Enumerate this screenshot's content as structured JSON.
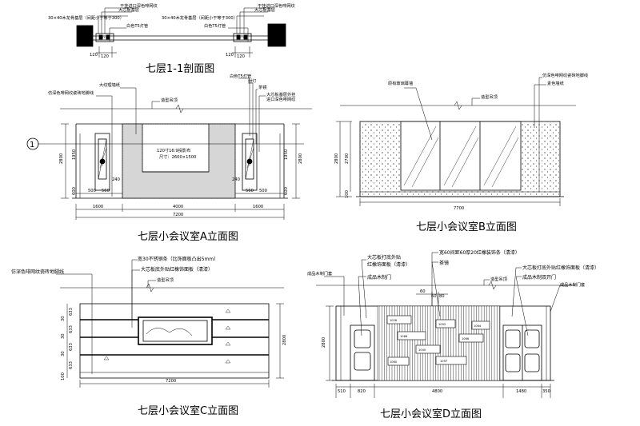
{
  "section": {
    "title": "七层1-1剖面图",
    "labels": {
      "left_1": "干挂进口深色啡网纹",
      "left_2": "大芯板基层",
      "left_3": "30×40木龙骨基层（间距小于等于300）",
      "left_4": "白色T5灯管",
      "right_1": "干挂进口深色啡网纹",
      "right_2": "大芯板基层",
      "right_3": "30×40木龙骨基层（间距小于等于300）",
      "right_4": "白色T5灯管"
    },
    "dims": [
      "120",
      "120",
      "120",
      "120"
    ]
  },
  "elevA": {
    "title": "七层小会议室A立面图",
    "labels": {
      "l1": "大纹理墙纸",
      "l2": "仿深色啡网纹瓷砖地脚线",
      "l3": "造型吊顶",
      "r1": "白色T5灯管",
      "r2": "射灯",
      "r3": "茶镜",
      "r4": "大芯板基层外挂",
      "r5": "进口深色啡网纹",
      "screen1": "120寸16:9投影布",
      "screen2": "尺寸：2600×1500",
      "axis": "1"
    },
    "dims_h": [
      "1600",
      "4000",
      "1600",
      "7200"
    ],
    "dims_v": [
      "2800",
      "1950",
      "600",
      "2800",
      "1950",
      "600"
    ],
    "small_dims": [
      "240",
      "500",
      "560",
      "240",
      "560",
      "500"
    ]
  },
  "elevB": {
    "title": "七层小会议室B立面图",
    "labels": {
      "l1": "原有玻璃幕墙",
      "l2": "造型吊顶",
      "r1": "仿深色啡网纹瓷砖地脚线",
      "r2": "素色墙纸"
    },
    "dims_h": [
      "7700"
    ],
    "dims_v": [
      "2800",
      "2700",
      "100"
    ]
  },
  "elevC": {
    "title": "七层小会议室C立面图",
    "labels": {
      "l1": "仿深色啡网纹瓷砖地脚线",
      "t1": "宽30不锈钢条（比饰面板凸出5mm）",
      "t2": "大芯板底外贴红橡饰面板（清漆）",
      "t3": "造型吊顶"
    },
    "dims_h": [
      "7200"
    ],
    "dims_v": [
      "633",
      "30",
      "633",
      "30",
      "633",
      "30",
      "633",
      "100",
      "2800"
    ]
  },
  "elevD": {
    "title": "七层小会议室D立面图",
    "labels": {
      "l0": "成品木制门套",
      "l1": "大芯板打底外贴",
      "l2": "红橡饰面板（清漆）",
      "l3": "成品木制门",
      "c1": "宽60间距60厚20红橡装饰条（清漆）",
      "c2": "茶镜",
      "c3": "造型吊顶",
      "r1": "大芯板打底外贴红橡饰面板（清漆）",
      "r2": "成品木制双开门",
      "r3": "成品木制门套"
    },
    "dims_h": [
      "510",
      "820",
      "4800",
      "1480",
      "350"
    ],
    "dims_top": [
      "60",
      "60",
      "80"
    ],
    "dims_v": [
      "2800"
    ],
    "shelf_dims": [
      "1026",
      "1092",
      "1066",
      "1066",
      "1040",
      "1097",
      "1060",
      "1064"
    ]
  }
}
